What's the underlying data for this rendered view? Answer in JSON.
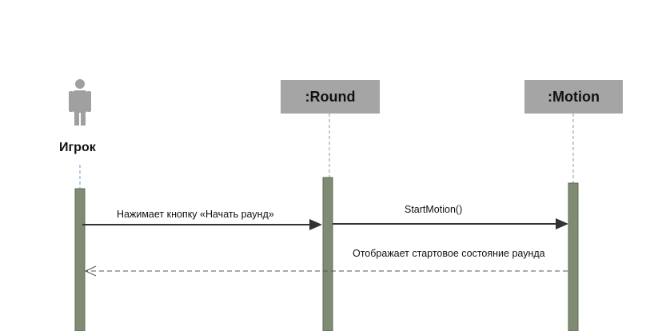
{
  "actor": {
    "name": "Игрок",
    "icon": "user-icon"
  },
  "objects": [
    {
      "id": "round",
      "label": ":Round"
    },
    {
      "id": "motion",
      "label": ":Motion"
    }
  ],
  "messages": [
    {
      "id": "m1",
      "label": "Нажимает кнопку «Начать раунд»",
      "type": "sync"
    },
    {
      "id": "m2",
      "label": "StartMotion()",
      "type": "sync"
    },
    {
      "id": "m3",
      "label": "Отображает стартовое состояние раунда",
      "type": "return"
    }
  ],
  "colors": {
    "object_fill": "#a5a5a5",
    "activation_fill": "#7f8b72",
    "actor_fill": "#a0a0a0",
    "lifeline_actor": "#5b9bd5",
    "lifeline_object": "#8a9aab",
    "arrow": "#333333"
  }
}
